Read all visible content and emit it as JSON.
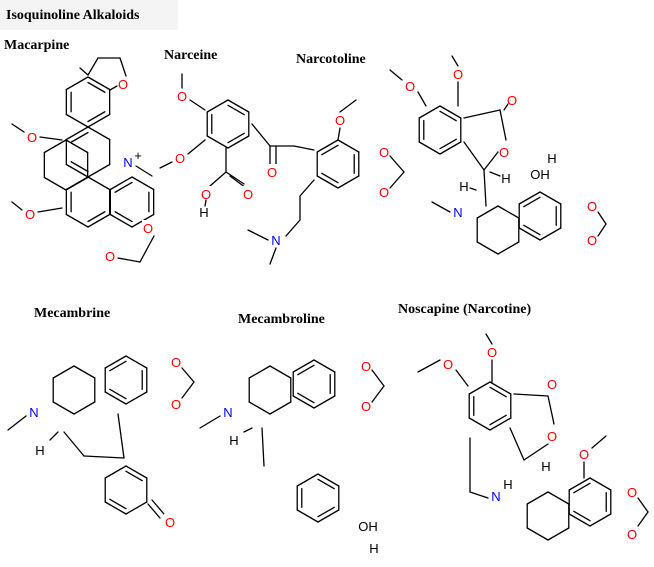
{
  "header": {
    "title": "Isoquinoline Alkaloids"
  },
  "compounds": [
    {
      "name": "Macarpine"
    },
    {
      "name": "Narceine"
    },
    {
      "name": "Narcotoline"
    },
    {
      "name": "Mecambrine"
    },
    {
      "name": "Mecambroline"
    },
    {
      "name": "Noscapine (Narcotine)"
    }
  ],
  "atoms": {
    "oxygen": "O",
    "nitrogen": "N",
    "nitrogen_cation": "N",
    "charge_plus": "+",
    "hydrogen": "H",
    "hydroxyl": "OH"
  },
  "colors": {
    "oxygen": "#ff0000",
    "nitrogen": "#0000ff",
    "bond": "#000000"
  }
}
